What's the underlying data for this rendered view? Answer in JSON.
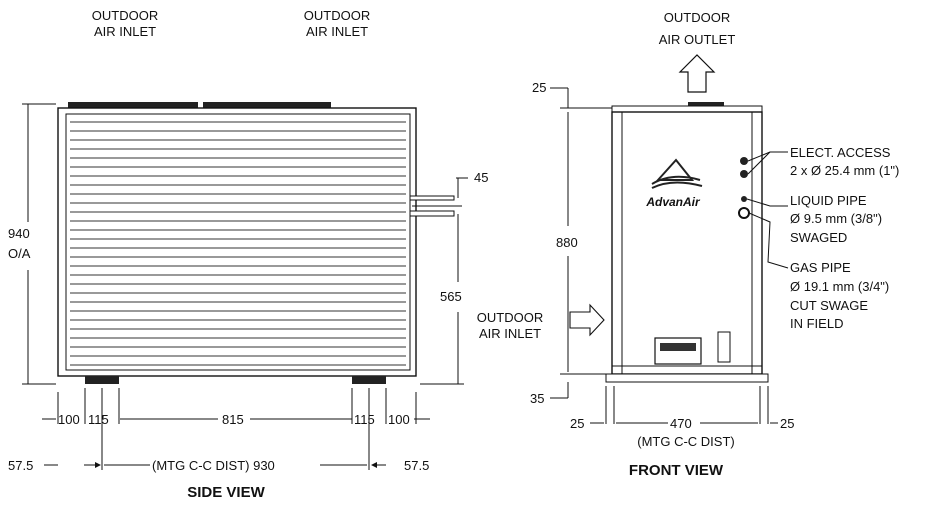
{
  "side": {
    "inlet_left": [
      "OUTDOOR",
      "AIR INLET"
    ],
    "inlet_right": [
      "OUTDOOR",
      "AIR INLET"
    ],
    "height_value": "940",
    "height_note": "O/A",
    "dim_45": "45",
    "dim_565": "565",
    "dim_100_left": "100",
    "dim_115_left": "115",
    "dim_815": "815",
    "dim_115_right": "115",
    "dim_100_right": "100",
    "dim_57_left": "57.5",
    "dim_mtg": "(MTG C-C DIST) 930",
    "dim_57_right": "57.5",
    "title": "SIDE VIEW"
  },
  "front": {
    "outlet": [
      "OUTDOOR",
      "AIR OUTLET"
    ],
    "inlet": [
      "OUTDOOR",
      "AIR INLET"
    ],
    "brand": "AdvanAir",
    "dim_25_top": "25",
    "dim_880": "880",
    "dim_35": "35",
    "dim_25_left": "25",
    "dim_470": "470",
    "dim_25_right": "25",
    "mtg_note": "(MTG C-C DIST)",
    "title": "FRONT VIEW",
    "notes": {
      "elect": [
        "ELECT. ACCESS",
        "2 x Ø 25.4 mm (1\")"
      ],
      "liquid": [
        "LIQUID PIPE",
        "Ø 9.5 mm (3/8\")",
        "SWAGED"
      ],
      "gas": [
        "GAS PIPE",
        "Ø 19.1 mm (3/4\")",
        "CUT SWAGE",
        "IN FIELD"
      ]
    }
  }
}
